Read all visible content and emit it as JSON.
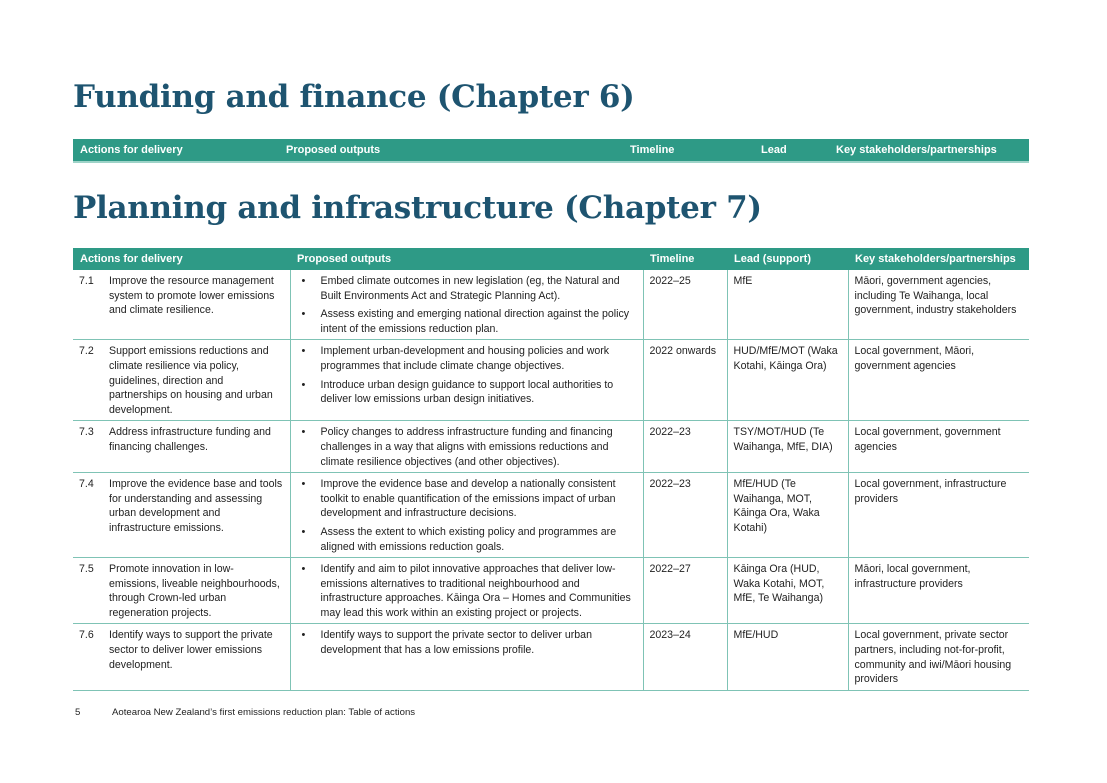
{
  "funding": {
    "heading": "Funding and finance (Chapter 6)",
    "columns": [
      "Actions for delivery",
      "Proposed outputs",
      "Timeline",
      "Lead",
      "Key stakeholders/partnerships"
    ]
  },
  "planning": {
    "heading": "Planning and infrastructure (Chapter 7)",
    "columns": [
      "Actions for delivery",
      "Proposed outputs",
      "Timeline",
      "Lead (support)",
      "Key stakeholders/partnerships"
    ],
    "rows": [
      {
        "num": "7.1",
        "action": "Improve the resource management system to promote lower emissions and climate resilience.",
        "outputs": [
          "Embed climate outcomes in new legislation (eg, the Natural and Built Environments Act and Strategic Planning Act).",
          "Assess existing and emerging national direction against the policy intent of the emissions reduction plan."
        ],
        "timeline": "2022–25",
        "lead": "MfE",
        "stakeholders": "Māori, government agencies, including Te Waihanga, local government, industry stakeholders"
      },
      {
        "num": "7.2",
        "action": "Support emissions reductions and climate resilience via policy, guidelines, direction and partnerships on housing and urban development.",
        "outputs": [
          "Implement urban-development and housing policies and work programmes that include climate change objectives.",
          "Introduce urban design guidance to support local authorities to deliver low emissions urban design initiatives."
        ],
        "timeline": "2022 onwards",
        "lead": "HUD/MfE/MOT (Waka Kotahi, Kāinga Ora)",
        "stakeholders": "Local government, Māori, government agencies"
      },
      {
        "num": "7.3",
        "action": "Address infrastructure funding and financing challenges.",
        "outputs": [
          "Policy changes to address infrastructure funding and financing challenges in a way that aligns with emissions reductions and climate resilience objectives (and other objectives)."
        ],
        "timeline": "2022–23",
        "lead": "TSY/MOT/HUD (Te Waihanga, MfE, DIA)",
        "stakeholders": "Local government, government agencies"
      },
      {
        "num": "7.4",
        "action": "Improve the evidence base and tools for understanding and assessing urban development and infrastructure emissions.",
        "outputs": [
          "Improve the evidence base and develop a nationally consistent toolkit to enable quantification of the emissions impact of urban development and infrastructure decisions.",
          "Assess the extent to which existing policy and programmes are aligned with emissions reduction goals."
        ],
        "timeline": "2022–23",
        "lead": "MfE/HUD (Te Waihanga, MOT, Kāinga Ora, Waka Kotahi)",
        "stakeholders": "Local government, infrastructure providers"
      },
      {
        "num": "7.5",
        "action": "Promote innovation in low-emissions, liveable neighbourhoods, through Crown-led urban regeneration projects.",
        "outputs": [
          "Identify and aim to pilot innovative approaches that deliver low-emissions alternatives to traditional neighbourhood and infrastructure approaches. Kāinga Ora – Homes and Communities may lead this work within an existing project or projects."
        ],
        "timeline": "2022–27",
        "lead": "Kāinga Ora (HUD, Waka Kotahi, MOT, MfE, Te Waihanga)",
        "stakeholders": "Māori, local government, infrastructure providers"
      },
      {
        "num": "7.6",
        "action": "Identify ways to support the private sector to deliver lower emissions development.",
        "outputs": [
          "Identify ways to support the private sector to deliver urban development that has a low emissions profile."
        ],
        "timeline": "2023–24",
        "lead": "MfE/HUD",
        "stakeholders": "Local government, private sector partners, including not-for-profit, community and iwi/Māori housing providers"
      }
    ]
  },
  "footer": {
    "page": "5",
    "text": "Aotearoa New Zealand’s first emissions reduction plan: Table of actions"
  }
}
